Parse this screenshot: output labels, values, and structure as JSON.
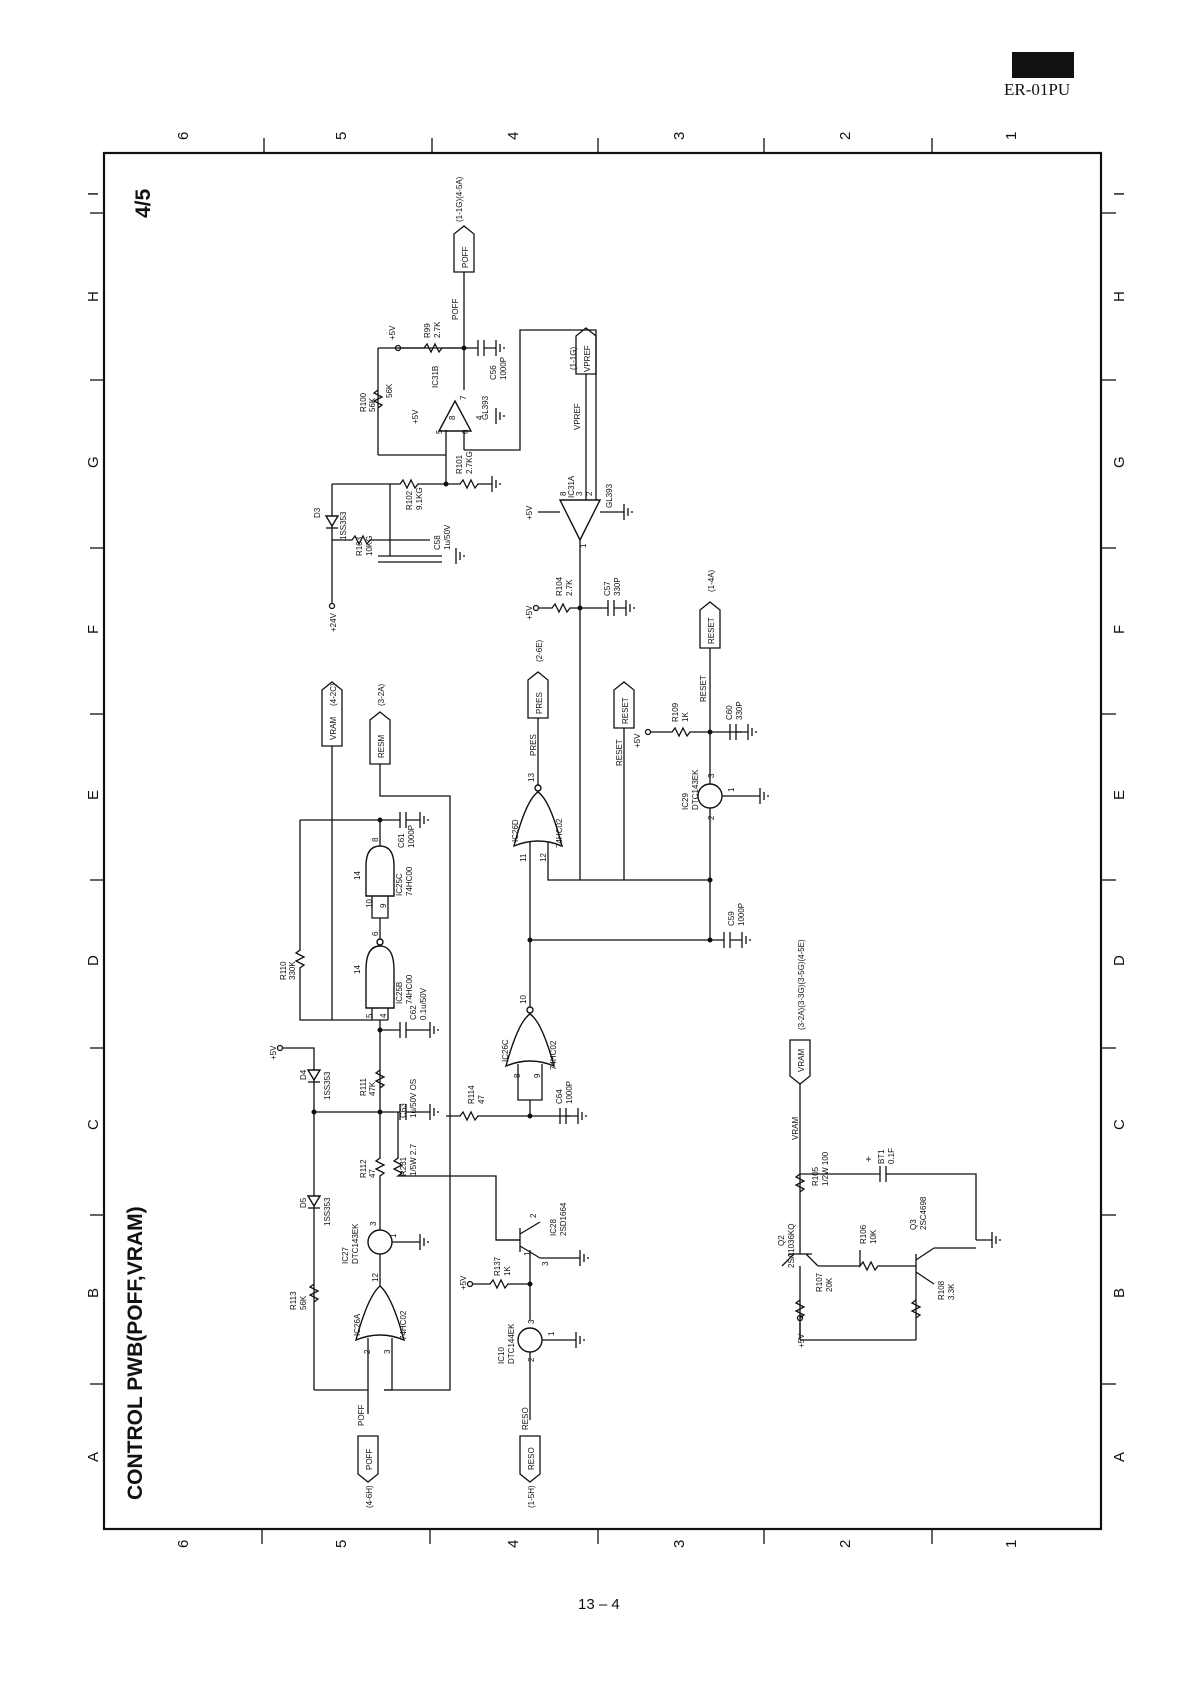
{
  "header": {
    "model": "ER-01PU",
    "page_number": "13 – 4"
  },
  "sheet": {
    "title": "CONTROL PWB(POFF,VRAM)",
    "page_fraction": "4/5"
  },
  "zones": {
    "numbers": [
      "6",
      "5",
      "4",
      "3",
      "2",
      "1"
    ],
    "letters": [
      "A",
      "B",
      "C",
      "D",
      "E",
      "F",
      "G",
      "H",
      "I"
    ]
  },
  "connectors": {
    "poff_out": {
      "label": "POFF",
      "ref": "(1-1G)(4-5A)"
    },
    "vpref": {
      "label": "VPREF",
      "ref": "(1-1G)"
    },
    "reset_out": {
      "label": "RESET",
      "ref": "(1-4A)"
    },
    "pres": {
      "label": "PRES",
      "ref": "(2-6E)"
    },
    "vram_top": {
      "label": "VRAM",
      "ref": "(4-2C)"
    },
    "resm": {
      "label": "RESM",
      "ref": "(3-2A)"
    },
    "reset_in": {
      "label": "RESET"
    },
    "vram_mid": {
      "label": "VRAM",
      "ref": "(3-2A)(3-3G)(3-5G)(4-5E)"
    },
    "poff_in": {
      "label": "POFF",
      "ref": "(4-6H)"
    },
    "reso": {
      "label": "RESO",
      "ref": "(1-5H)"
    }
  },
  "nets": {
    "plus5v": "+5V",
    "plus24v": "+24V",
    "poff": "POFF",
    "vpref": "VPREF",
    "pres": "PRES",
    "reset": "RESET",
    "vram": "VRAM",
    "reso": "RESO"
  },
  "parts": {
    "r99": "R99",
    "r99_val": "2.7K",
    "r100": "R100",
    "r100_val": "56K",
    "r100_val2": "56K",
    "r101": "R101",
    "r101_val": "2.7KG",
    "r102": "R102",
    "r102_val": "9.1KG",
    "r103": "R103",
    "r103_val": "10KG",
    "r104": "R104",
    "r104_val": "2.7K",
    "r109": "R109",
    "r109_val": "1K",
    "r110": "R110",
    "r110_val": "330K",
    "r111": "R111",
    "r111_val": "47K",
    "r112": "R112",
    "r112_val": "47",
    "r113": "R113",
    "r113_val": "56K",
    "r114": "R114",
    "r114_val": "47",
    "r137": "R137",
    "r137_val": "1K",
    "r231": "R231",
    "r231_val": "1/5W 2.7",
    "r105": "R105",
    "r105_val": "1/2W 100",
    "r106": "R106",
    "r106_val": "10K",
    "r107": "R107",
    "r107_val": "20K",
    "r108": "R108",
    "r108_val": "3.3K",
    "c56": "C56",
    "c56_val": "1000P",
    "c57": "C57",
    "c57_val": "330P",
    "c58": "C58",
    "c58_val": "1u/50V",
    "c59": "C59",
    "c59_val": "1000P",
    "c60": "C60",
    "c60_val": "330P",
    "c61": "C61",
    "c61_val": "1000P",
    "c62": "C62",
    "c62_val": "0.1u/50V",
    "c63": "C63",
    "c63_val": "1u/50V OS",
    "c64": "C64",
    "c64_val": "1000P",
    "bt1": "BT1",
    "bt1_val": "0.1F",
    "d3": "D3",
    "d3_val": "1SS353",
    "d4": "D4",
    "d4_val": "1SS353",
    "d5": "D5",
    "d5_val": "1SS353",
    "ic31b": "IC31B",
    "ic31b_type": "GL393",
    "ic31a": "IC31A",
    "ic31a_type": "GL393",
    "ic26d": "IC26D",
    "ic26d_type": "74HC02",
    "ic26c": "IC26C",
    "ic26c_type": "74HC02",
    "ic26a": "IC26A",
    "ic26a_type": "74HC02",
    "ic25c": "IC25C",
    "ic25c_type": "74HC00",
    "ic25b": "IC25B",
    "ic25b_type": "74HC00",
    "ic29": "IC29",
    "ic29_type": "DTC143EK",
    "ic27": "IC27",
    "ic27_type": "DTC143EK",
    "ic28": "IC28",
    "ic28_type": "2SD1664",
    "ic10": "IC10",
    "ic10_type": "DTC144EK",
    "q2": "Q2",
    "q2_type": "2SA1036KQ",
    "q3": "Q3",
    "q3_type": "2SC4698"
  },
  "pins": {
    "p1": "1",
    "p2": "2",
    "p3": "3",
    "p4": "4",
    "p5": "5",
    "p6": "6",
    "p7": "7",
    "p8": "8",
    "p9": "9",
    "p10": "10",
    "p11": "11",
    "p12": "12",
    "p13": "13",
    "p14": "14"
  }
}
